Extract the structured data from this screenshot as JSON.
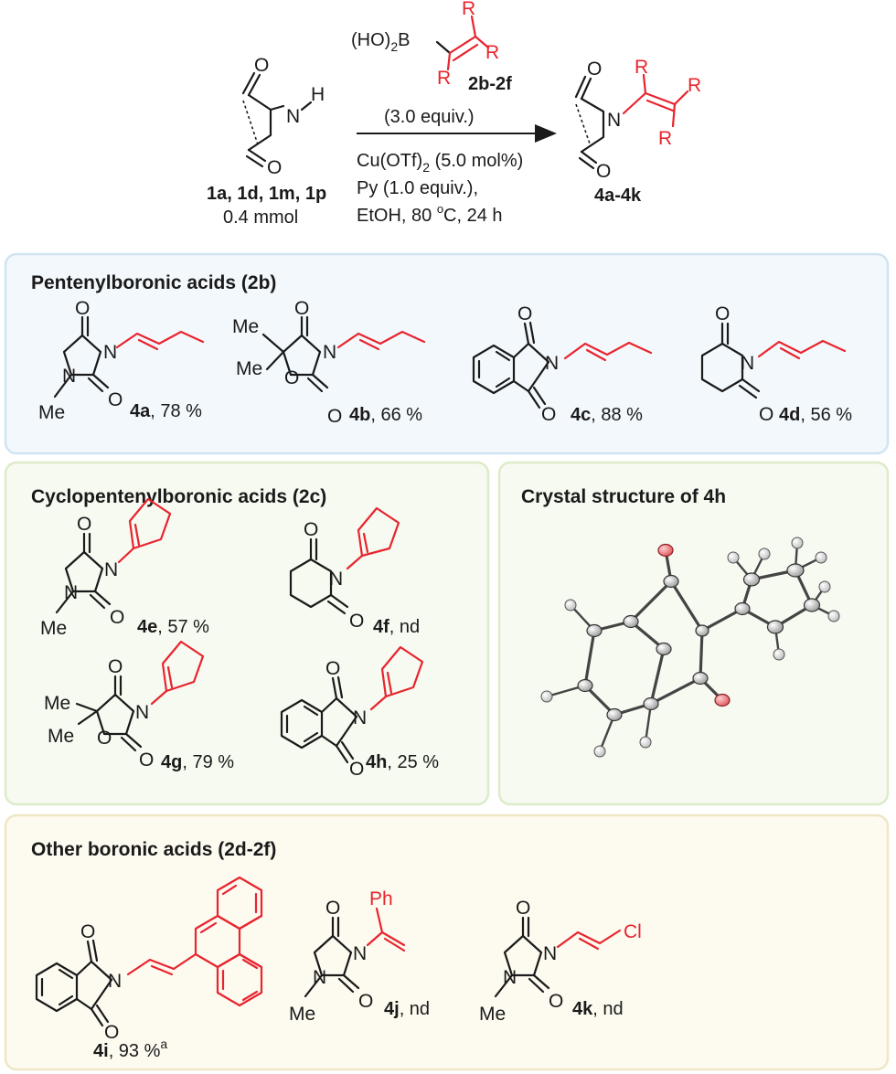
{
  "reaction": {
    "reagent_formula_prefix": "(HO)",
    "reagent_formula_sub": "2",
    "reagent_formula_suffix": "B",
    "reagent_code": "2b-2f",
    "substituent": "R",
    "amount": "(3.0 equiv.)",
    "catalyst_prefix": "Cu(OTf)",
    "catalyst_sub": "2",
    "catalyst_suffix": " (5.0 mol%)",
    "base": "Py (1.0 equiv.),",
    "solvent_prefix": "EtOH, 80 ",
    "solvent_sup": "o",
    "solvent_suffix": "C, 24 h",
    "substrate_codes": "1a, 1d, 1m, 1p",
    "substrate_amount": "0.4 mmol",
    "product_codes": "4a-4k"
  },
  "atoms": {
    "O": "O",
    "N": "N",
    "H": "H",
    "Me": "Me",
    "Ph": "Ph",
    "Cl": "Cl",
    "B": "B",
    "R": "R"
  },
  "panels": {
    "pentenyl": {
      "title": "Pentenylboronic acids (2b)",
      "products": [
        {
          "code": "4a",
          "yield": ", 78 %"
        },
        {
          "code": "4b",
          "yield": ", 66 %"
        },
        {
          "code": "4c",
          "yield": ", 88 %"
        },
        {
          "code": "4d",
          "yield": ", 56 %"
        }
      ]
    },
    "cyclopentenyl": {
      "title": "Cyclopentenylboronic acids (2c)",
      "products": [
        {
          "code": "4e",
          "yield": ", 57 %"
        },
        {
          "code": "4f",
          "yield": ", nd"
        },
        {
          "code": "4g",
          "yield": ", 79 %"
        },
        {
          "code": "4h",
          "yield": ", 25 %"
        }
      ]
    },
    "crystal": {
      "title": "Crystal structure of 4h"
    },
    "other": {
      "title": "Other boronic acids (2d-2f)",
      "products": [
        {
          "code": "4i",
          "yield": ", 93 %",
          "note": "a"
        },
        {
          "code": "4j",
          "yield": ", nd"
        },
        {
          "code": "4k",
          "yield": ", nd"
        }
      ]
    }
  },
  "colors": {
    "highlight_red": "#e8242e",
    "panel_blue_bg": "#f3f8fc",
    "panel_blue_border": "#cfe4f1",
    "panel_green_bg": "#f6faf1",
    "panel_green_border": "#dcebc9",
    "panel_cream_bg": "#fdfaf0",
    "panel_cream_border": "#efe6c6",
    "oxygen_ellipsoid": "#e0555b"
  }
}
